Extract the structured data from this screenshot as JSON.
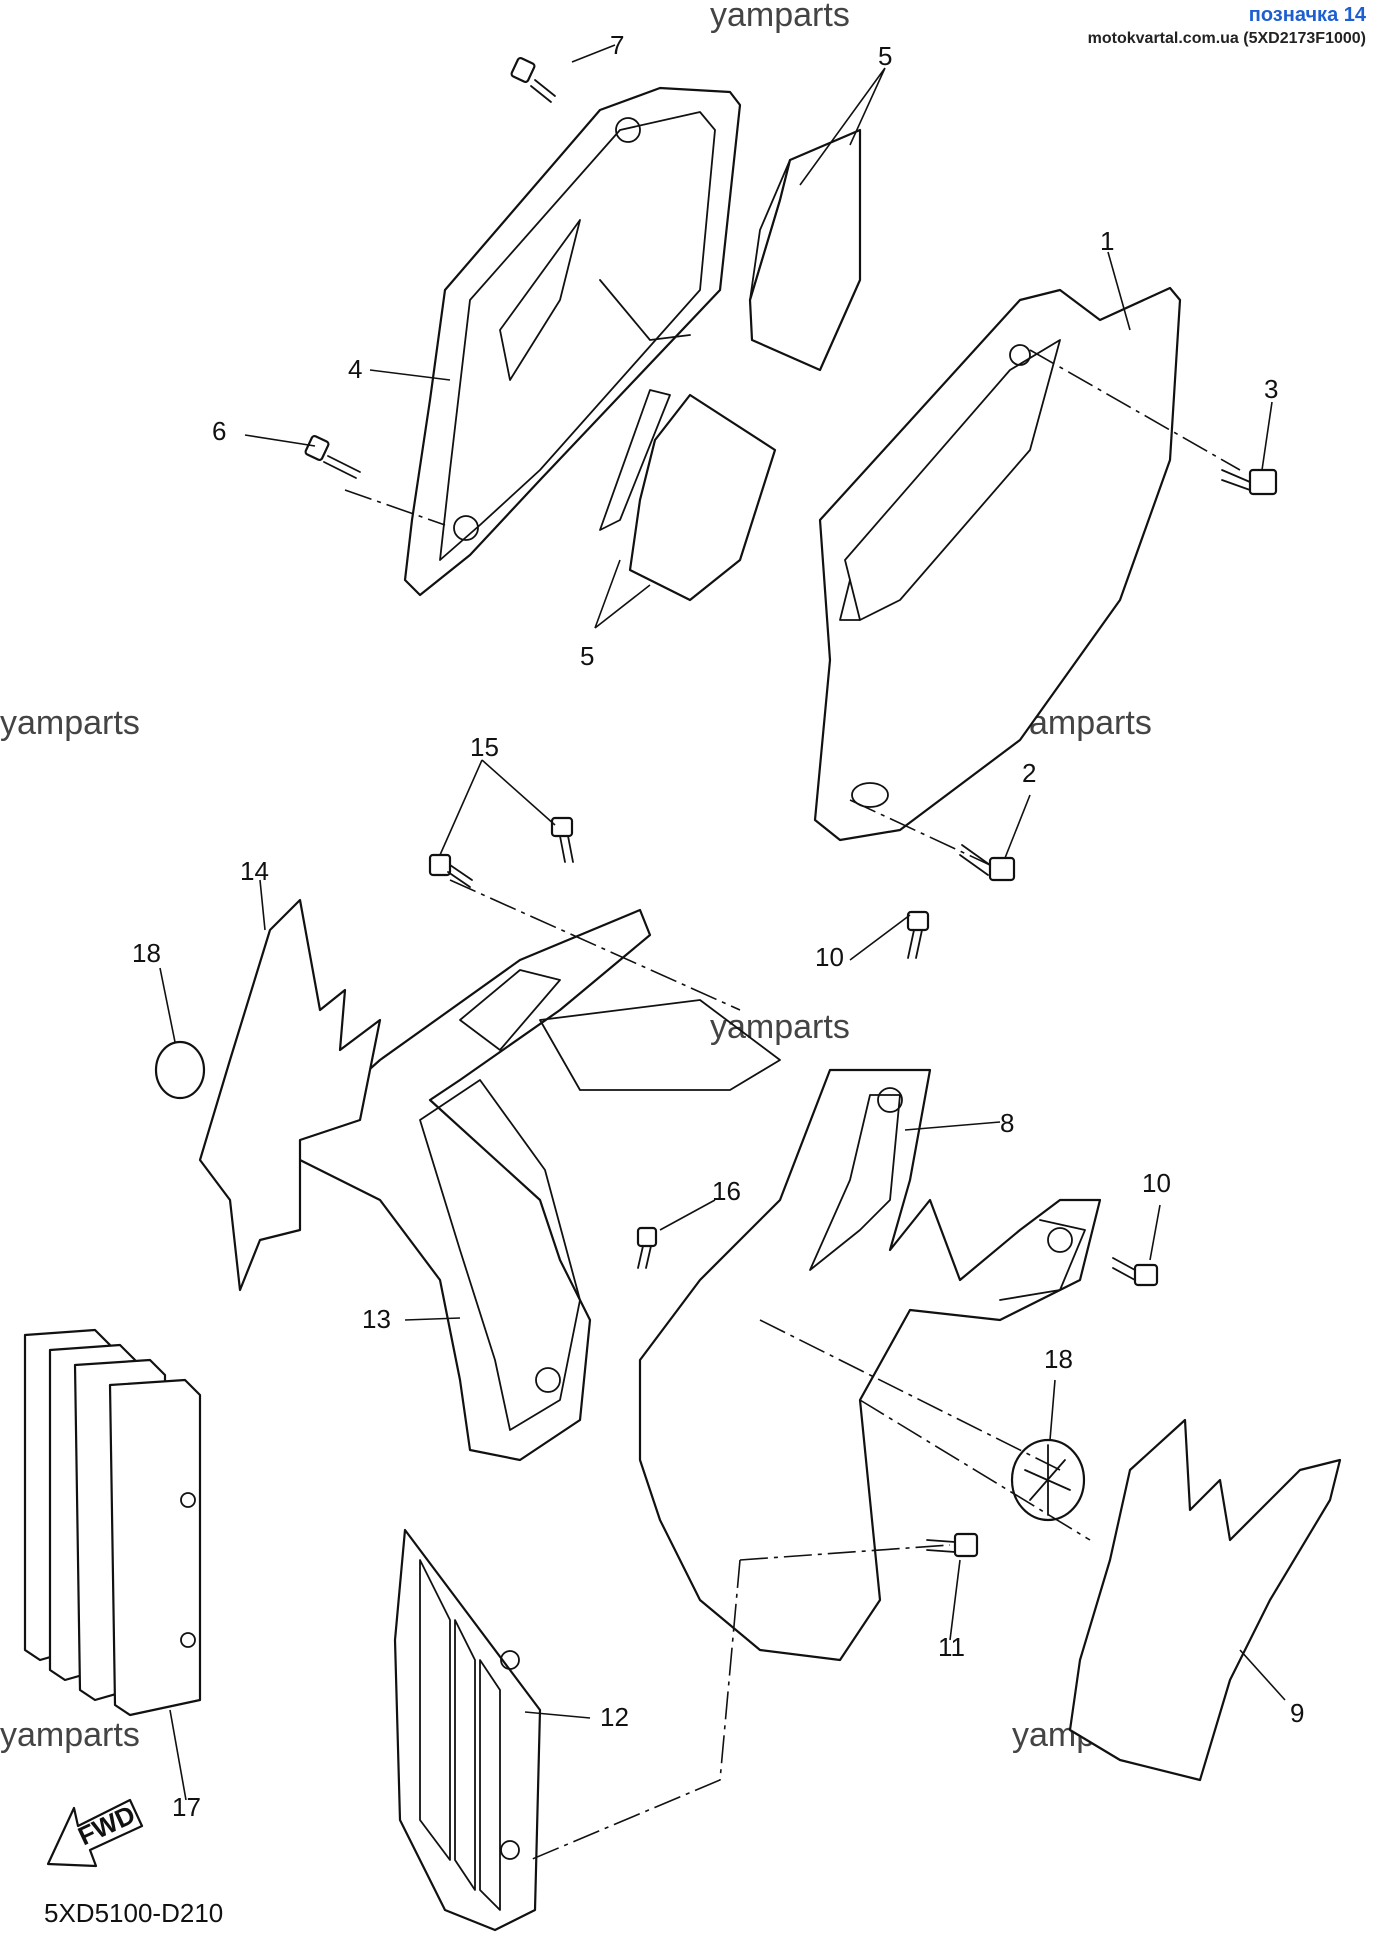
{
  "header": {
    "title": "позначка 14",
    "source": "motokvartal.com.ua (5XD2173F1000)"
  },
  "watermarks": [
    "yamparts",
    "yamparts",
    "yamparts",
    "yamparts",
    "yamparts",
    "yamparts"
  ],
  "callouts": {
    "c1": "1",
    "c2": "2",
    "c3": "3",
    "c4": "4",
    "c5a": "5",
    "c5b": "5",
    "c6": "6",
    "c7": "7",
    "c8": "8",
    "c9": "9",
    "c10a": "10",
    "c10b": "10",
    "c11": "11",
    "c12": "12",
    "c13": "13",
    "c14": "14",
    "c15": "15",
    "c16": "16",
    "c17": "17",
    "c18a": "18",
    "c18b": "18"
  },
  "fwd_label": "FWD",
  "diagram_code": "5XD5100-D210"
}
